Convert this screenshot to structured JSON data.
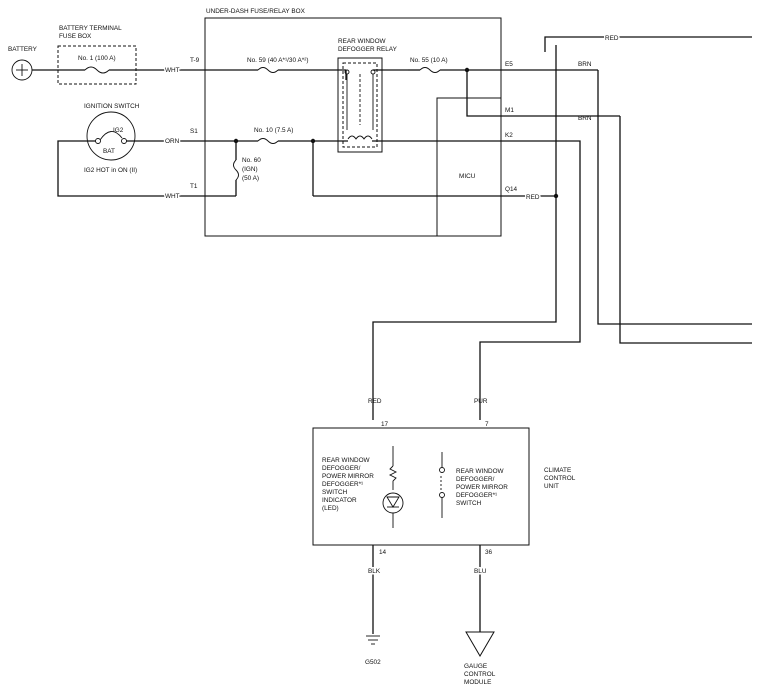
{
  "battery": {
    "label": "BATTERY"
  },
  "terminal_box": {
    "title": "BATTERY TERMINAL\nFUSE BOX",
    "fuse": "No. 1 (100 A)"
  },
  "ignition": {
    "title": "IGNITION SWITCH",
    "ig2": "IG2",
    "bat": "BAT",
    "note": "IG2 HOT in ON (II)"
  },
  "underdash": {
    "title": "UNDER-DASH FUSE/RELAY BOX",
    "fuse59": "No. 59 (40 A*¹/30 A*²)",
    "fuse10": "No. 10 (7.5 A)",
    "fuse55": "No. 55 (10 A)",
    "fuse60": [
      "No. 60",
      "(IGN)",
      "(50 A)"
    ],
    "relay": "REAR WINDOW\nDEFOGGER RELAY",
    "micu": "MICU",
    "pins": {
      "t9": "T-9",
      "s1": "S1",
      "t1": "T1",
      "e5": "E5",
      "m1": "M1",
      "k2": "K2",
      "q14": "Q14"
    }
  },
  "wires": {
    "wht": "WHT",
    "orn": "ORN",
    "red": "RED",
    "brn": "BRN",
    "pur": "PUR",
    "blk": "BLK",
    "blu": "BLU"
  },
  "ccu": {
    "title": "CLIMATE\nCONTROL\nUNIT",
    "pin17": "17",
    "pin7": "7",
    "pin14": "14",
    "pin36": "36",
    "indicator": "REAR WINDOW\nDEFOGGER/\nPOWER MIRROR\nDEFOGGER*¹\nSWITCH\nINDICATOR\n(LED)",
    "switch": "REAR WINDOW\nDEFOGGER/\nPOWER MIRROR\nDEFOGGER*¹\nSWITCH"
  },
  "ground": {
    "label": "G502"
  },
  "gauge": {
    "label": "GAUGE\nCONTROL\nMODULE"
  }
}
